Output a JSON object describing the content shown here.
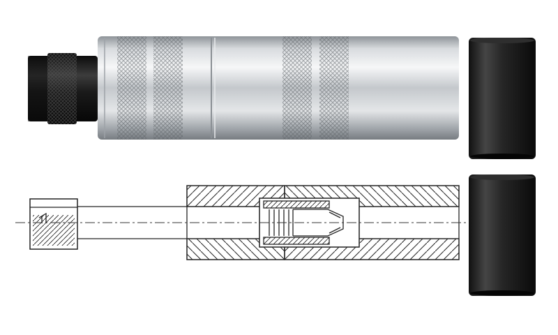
{
  "figure": {
    "kind": "product-photo-with-cross-section",
    "parts": [
      "black-knurled-end-cap",
      "aluminium-knurled-body",
      "black-sleeve-upper",
      "black-sleeve-lower"
    ],
    "drawing": [
      "section-view",
      "hatched-walls",
      "center-line"
    ]
  },
  "colors": {
    "background": "#ffffff",
    "aluminium": "#c9ccd0",
    "aluminium_dark": "#8f9499",
    "black_part": "#1c1c1c",
    "line": "#222222"
  }
}
